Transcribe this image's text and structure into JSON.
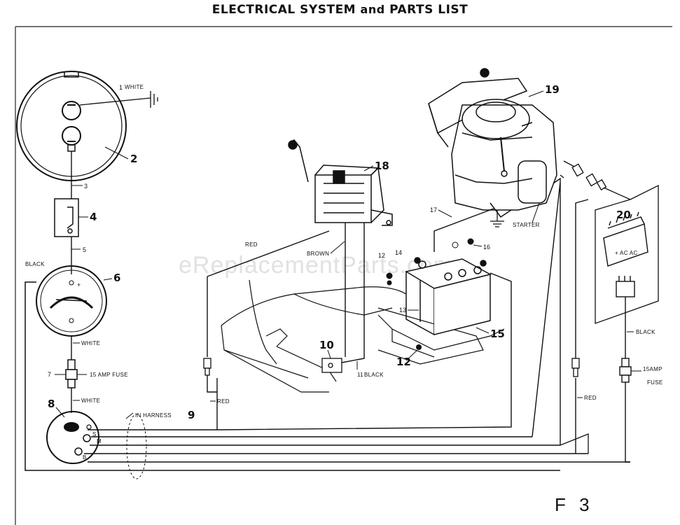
{
  "header": {
    "title_part1": "ELECTRICAL SYSTEM",
    "title_and": "and",
    "title_part2": "PARTS LIST"
  },
  "watermark": "eReplacementParts.com",
  "figure_label": "F 3",
  "callouts": {
    "n1": "1",
    "n2": "2",
    "n3": "3",
    "n4": "4",
    "n5": "5",
    "n6": "6",
    "n7": "7",
    "n8": "8",
    "n9": "9",
    "n10": "10",
    "n11": "11",
    "n12a": "12",
    "n12b": "12",
    "n13": "13",
    "n14": "14",
    "n15": "15",
    "n16": "16",
    "n17": "17",
    "n18": "18",
    "n19": "19",
    "n20": "20"
  },
  "wire_labels": {
    "white_top": "WHITE",
    "black_left": "BLACK",
    "white_mid": "WHITE",
    "fuse_left": "15 AMP FUSE",
    "white_low": "WHITE",
    "in_harness": "IN HARNESS",
    "red_bottom": "RED",
    "red_top": "RED",
    "brown": "BROWN",
    "black_11": "BLACK",
    "starter": "STARTER",
    "red_right": "RED",
    "black_right": "BLACK",
    "fuse_right_1": "15AMP",
    "fuse_right_2": "FUSE"
  },
  "terminal_labels": {
    "s1": "S",
    "s2": "M",
    "s3": "B"
  }
}
